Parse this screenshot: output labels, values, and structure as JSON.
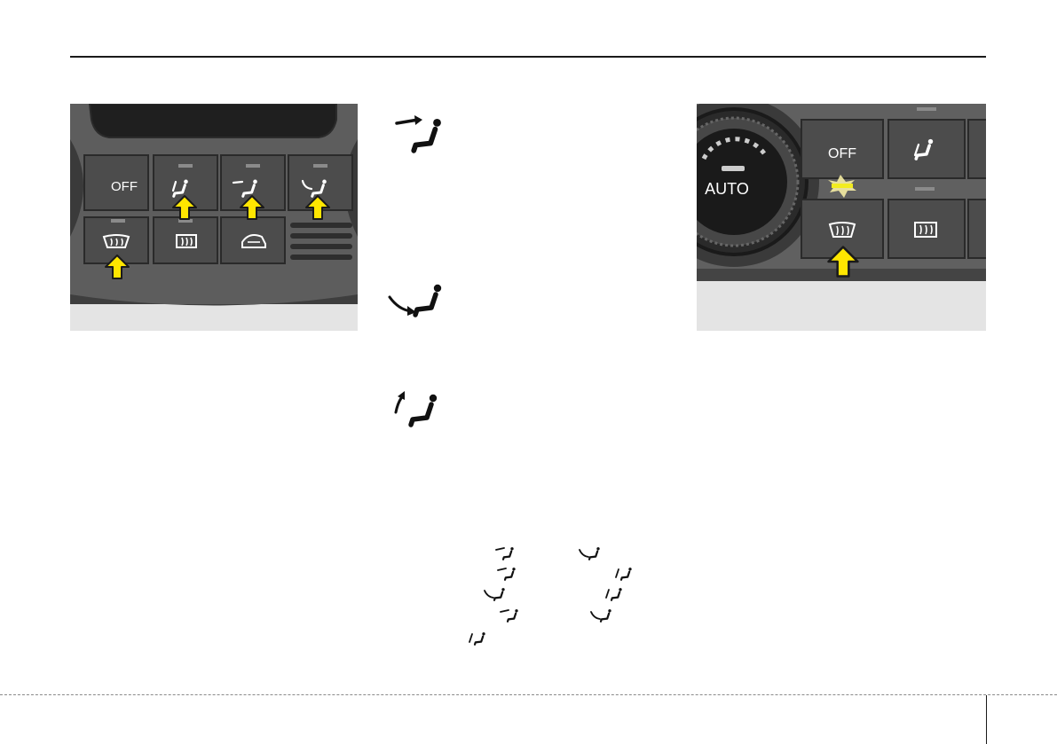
{
  "panels": {
    "left": {
      "off_label": "OFF"
    },
    "right": {
      "off_label": "OFF",
      "auto_label": "AUTO"
    }
  },
  "colors": {
    "arrow_fill": "#ffe600",
    "arrow_stroke": "#1a1a1a",
    "indicator_lit": "#f2ec1e",
    "button_face": "#4a4a4a",
    "panel_bg": "#e4e4e4"
  },
  "icons": {
    "mode_face": "vent-face-mode-icon",
    "mode_floor": "vent-floor-mode-icon",
    "mode_defrost": "vent-floor-defrost-mode-icon",
    "windshield": "windshield-defrost-icon",
    "rear_defrost": "rear-window-defrost-icon",
    "recirculation": "air-recirculation-icon"
  }
}
